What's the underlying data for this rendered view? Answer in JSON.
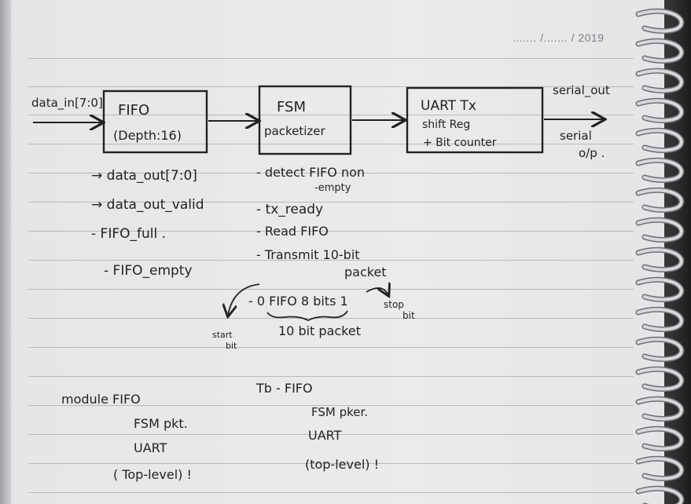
{
  "header": {
    "date": "....... /....... / 2019"
  },
  "diagram": {
    "input_label": "data_in[7:0]",
    "output_top_label": "serial_out",
    "output_bottom_label": [
      "serial",
      "o/p ."
    ],
    "boxes": [
      {
        "id": "fifo",
        "lines": [
          "FIFO",
          "(Depth:16)"
        ]
      },
      {
        "id": "fsm",
        "lines": [
          "FSM",
          "packetizer"
        ]
      },
      {
        "id": "uart",
        "lines": [
          "UART Tx",
          "shift Reg",
          "+ Bit counter"
        ]
      }
    ],
    "fifo_notes": [
      "→ data_out[7:0]",
      "→ data_out_valid",
      "- FIFO_full .",
      "- FIFO_empty"
    ],
    "fsm_notes": [
      "- detect FIFO non",
      "-empty",
      "- tx_ready",
      "- Read FIFO",
      "- Transmit 10-bit",
      "packet"
    ],
    "packet": {
      "bits": "- 0 FIFO 8 bits 1",
      "start_label": [
        "start",
        "bit"
      ],
      "stop_label": [
        "stop",
        "bit"
      ],
      "total": "10 bit packet"
    }
  },
  "modules": {
    "left": [
      "module FIFO",
      "FSM pkt.",
      "UART",
      "( Top-level) !"
    ],
    "right": [
      "Tb - FIFO",
      "FSM pker.",
      "UART",
      "(top-level) !"
    ]
  },
  "colors": {
    "ink": "#222222",
    "paper": "#ebebec",
    "rule": "#b9b9bd"
  }
}
